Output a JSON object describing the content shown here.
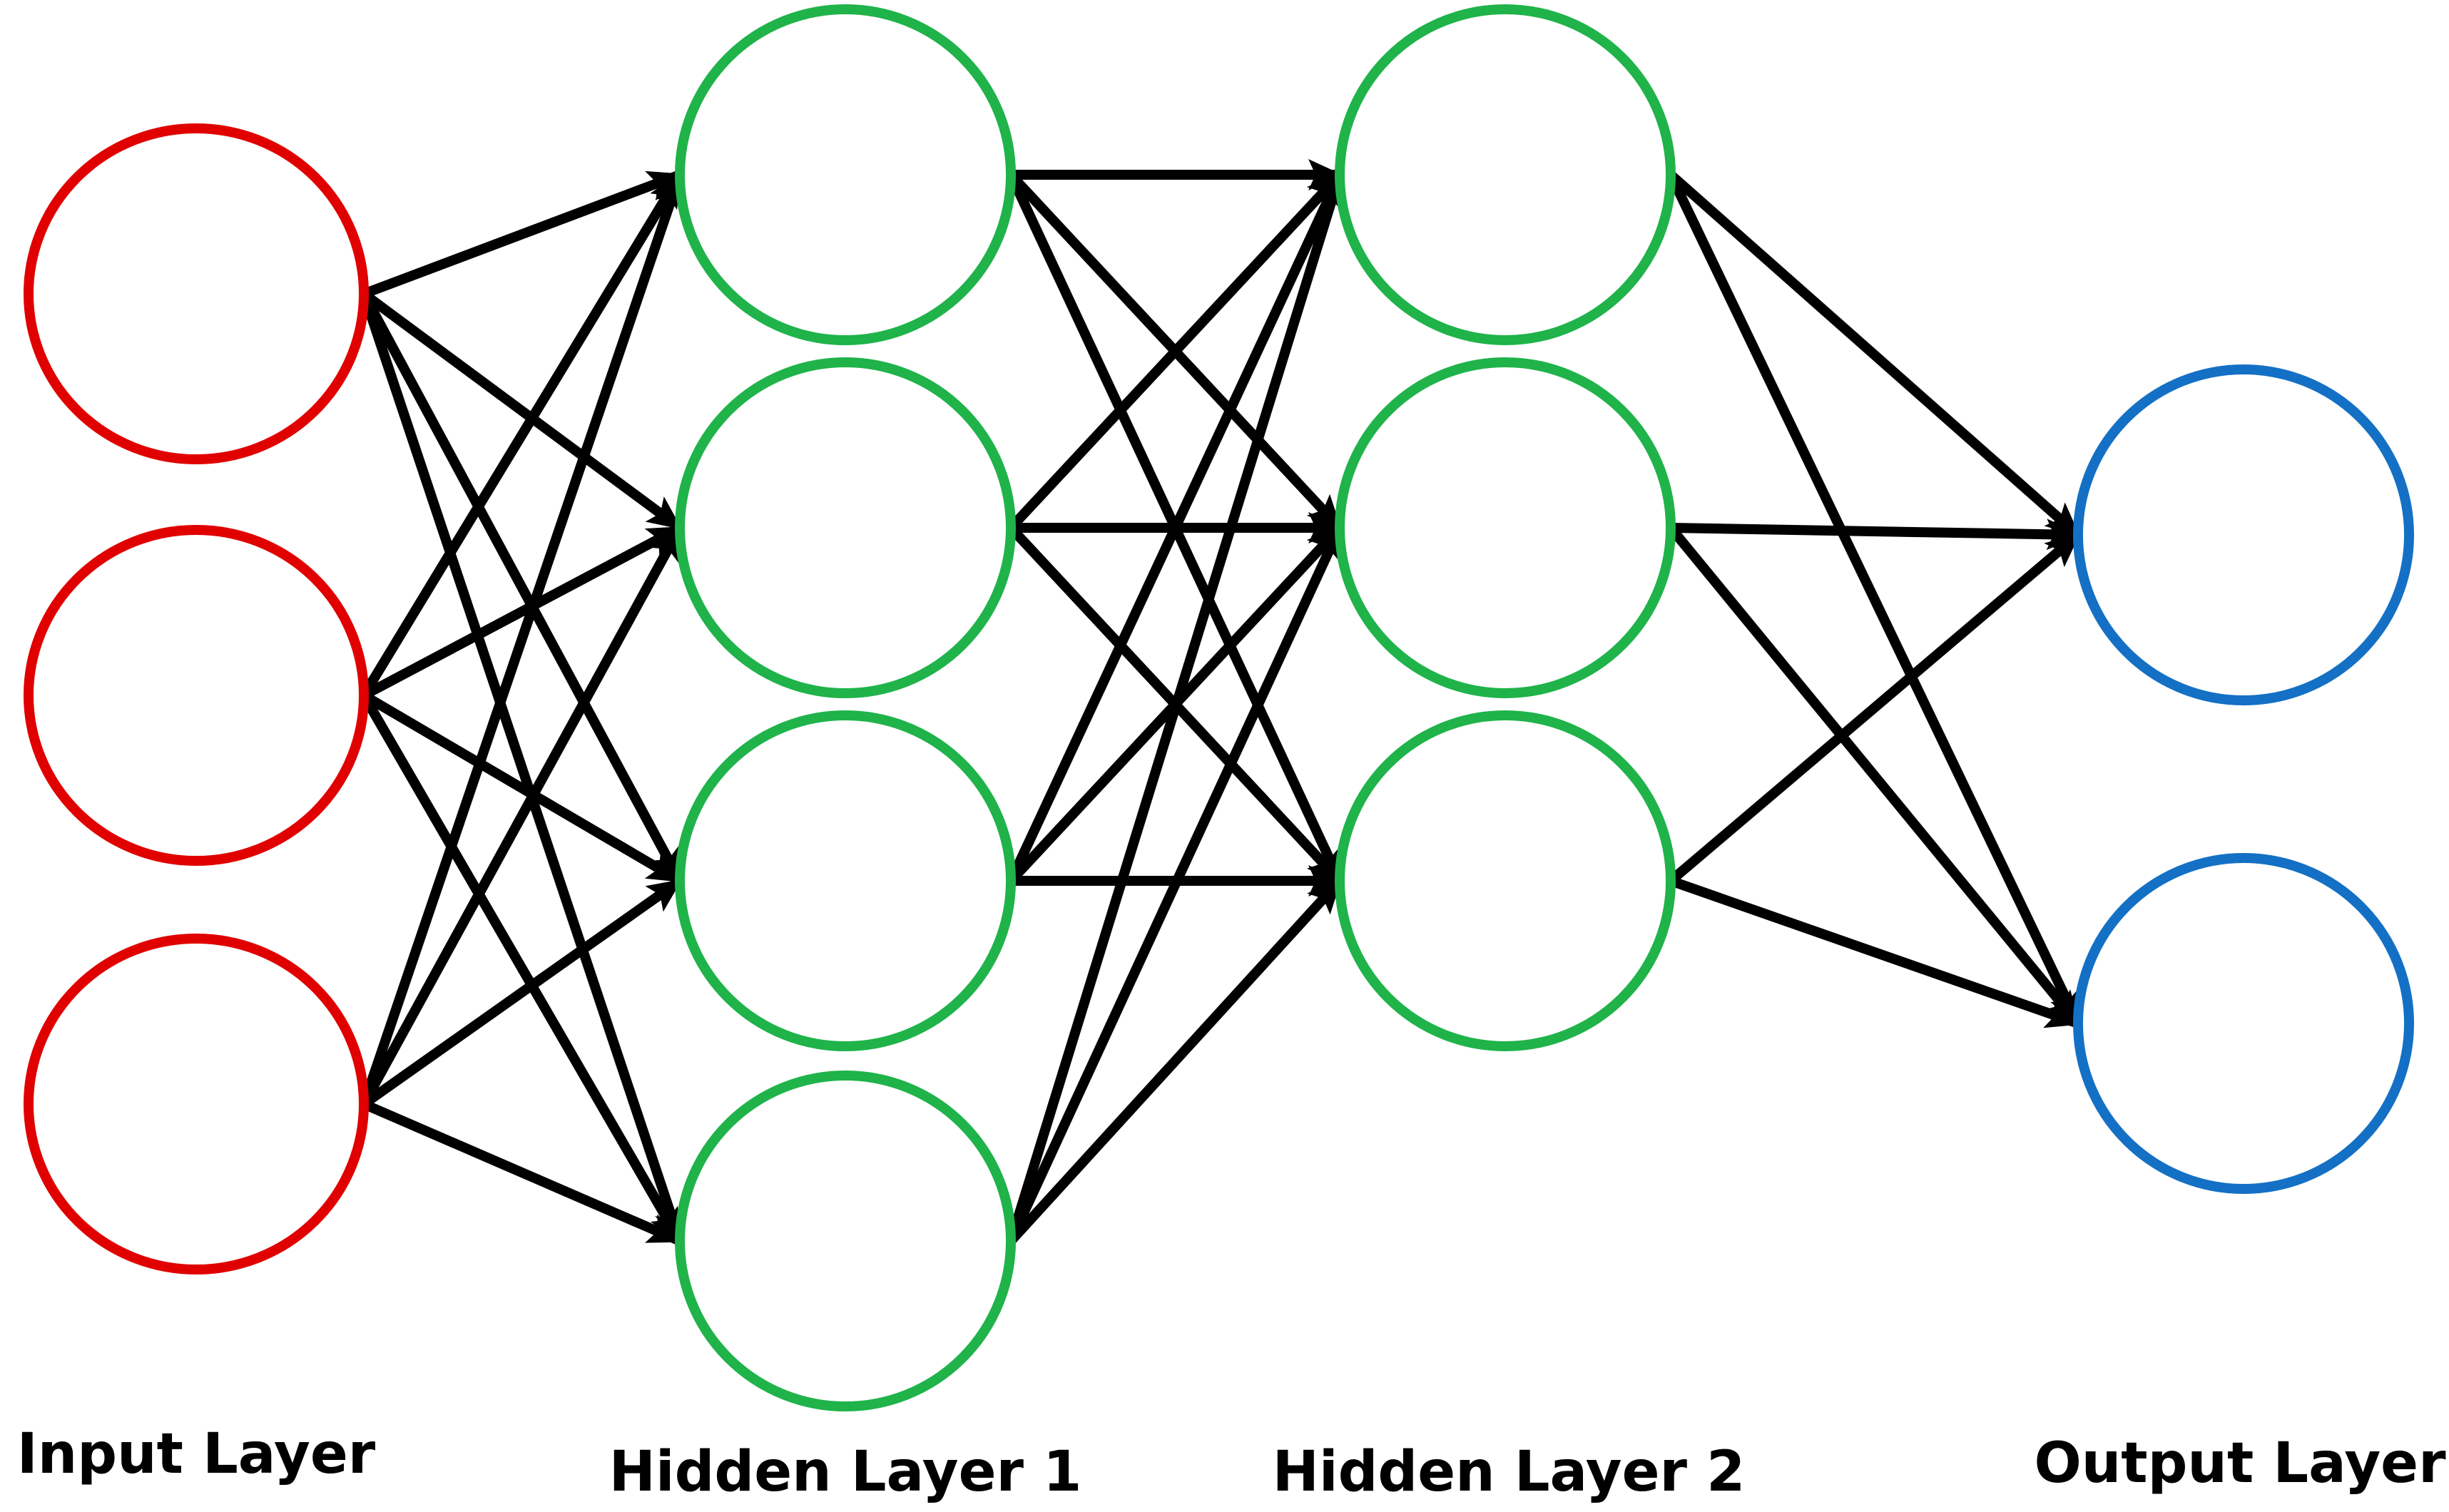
{
  "layers": [
    {
      "name": "Input Layer",
      "neuron_count": 3,
      "color": "#e00000"
    },
    {
      "name": "Hidden Layer 1",
      "neuron_count": 4,
      "color": "#1fb34a"
    },
    {
      "name": "Hidden Layer 2",
      "neuron_count": 3,
      "color": "#1fb34a"
    },
    {
      "name": "Output Layer",
      "neuron_count": 2,
      "color": "#1470c4"
    }
  ],
  "connections": "fully-connected",
  "edge_color": "#000000"
}
